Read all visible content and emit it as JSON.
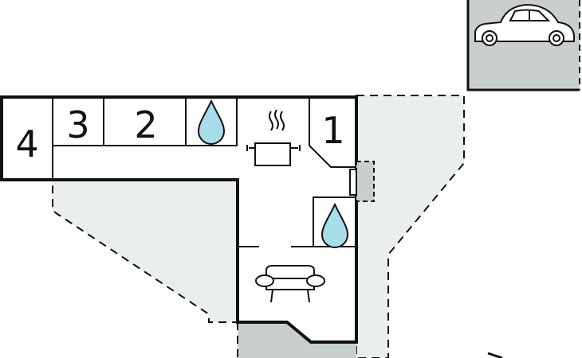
{
  "rooms": {
    "bedroom_4": "4",
    "bedroom_3": "3",
    "bedroom_2": "2",
    "bedroom_1": "1"
  },
  "icons": {
    "bathroom_top": "water-drop-icon",
    "bathroom_right": "water-drop-icon",
    "kitchen": "cooking-pot-icon",
    "living_room": "sofa-icon",
    "parking": "car-icon"
  },
  "colors": {
    "wall": "#111111",
    "terrace_fill": "#ebeeee",
    "paved_fill": "#c9cfcf",
    "water": "#a6dde8",
    "background": "#ffffff"
  }
}
